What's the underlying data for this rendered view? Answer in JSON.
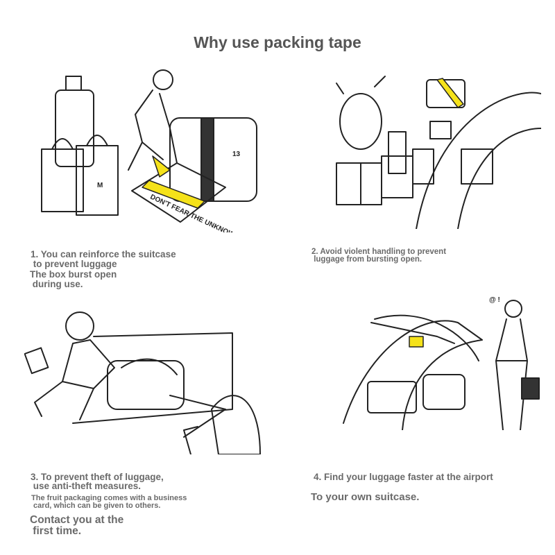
{
  "title": "Why use packing tape",
  "panels": [
    {
      "heading": "1. You can reinforce the suitcase\n to prevent luggage",
      "body": "The box burst open\n during use.",
      "illustration_text": "DON'T FEAR THE UNKNOWN"
    },
    {
      "heading": "2. Avoid violent handling to prevent\n luggage from bursting open."
    },
    {
      "heading": "3. To prevent theft of luggage,\n use anti-theft measures.",
      "body": "The fruit packaging comes with a business\n card, which can be given to others.",
      "footer": "Contact you at the\n first time."
    },
    {
      "heading": "4. Find your luggage faster at the airport",
      "body": "To your own suitcase."
    }
  ],
  "colors": {
    "strap": "#f5e21a",
    "text": "#6a6a6a",
    "title": "#555555"
  }
}
